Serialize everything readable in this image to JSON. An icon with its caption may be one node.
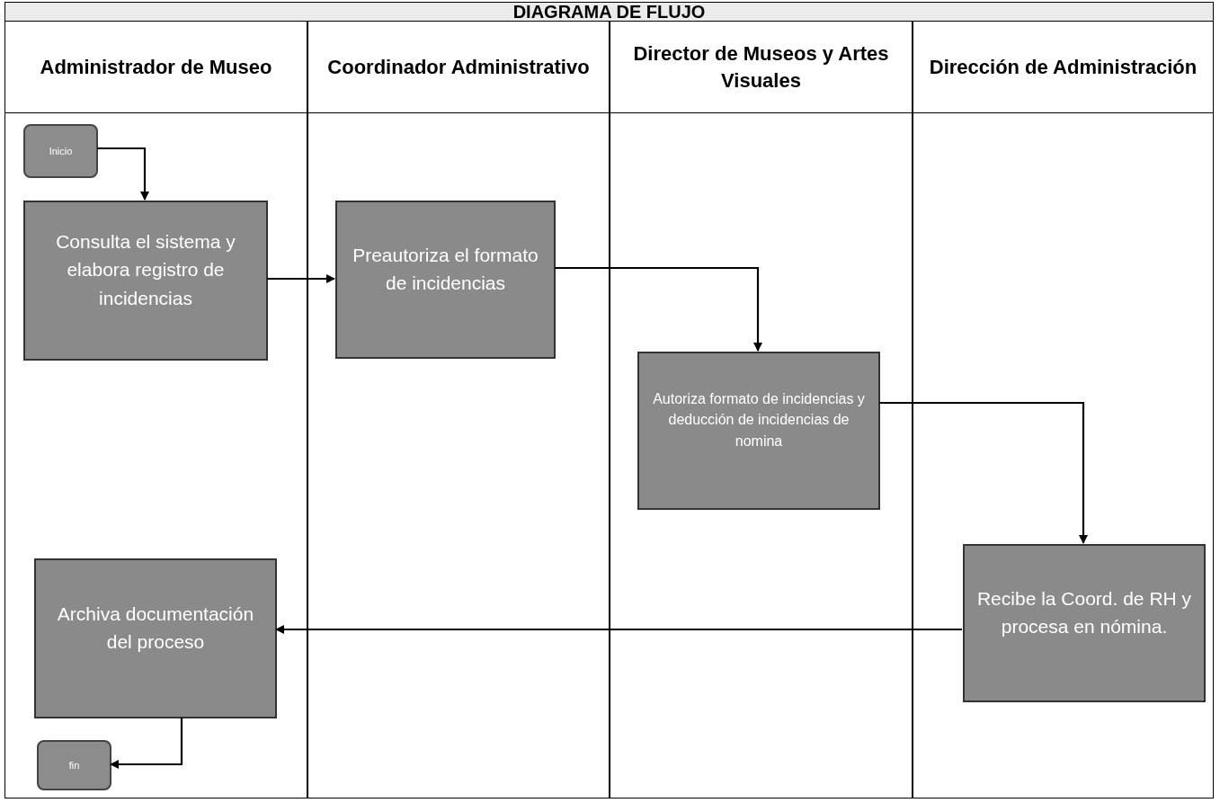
{
  "diagram": {
    "title": "DIAGRAMA DE FLUJO",
    "nodes": [
      {
        "text": [
          "Administrador de Museo"
        ]
      },
      {
        "text": [
          "Coordinador Administrativo"
        ]
      },
      {
        "text": [
          "Director de Museos y Artes Visuales"
        ]
      },
      {
        "text": [
          "Dirección de Administración"
        ]
      },
      {
        "text": [
          "Inicio"
        ],
        "in": 0
      },
      {
        "text": [
          "Consulta el sistema y elabora registro de incidencias"
        ],
        "in": 0
      },
      {
        "text": [
          "Preautoriza el formato de incidencias"
        ],
        "in": 1
      },
      {
        "text": [
          "Autoriza formato de incidencias y deducción de incidencias de nomina"
        ],
        "in": 2
      },
      {
        "text": [
          "Recibe la Coord. de RH y procesa en nómina."
        ],
        "in": 3
      },
      {
        "text": [
          "Archiva documentación del proceso"
        ],
        "in": 0
      },
      {
        "text": [
          "fin"
        ],
        "in": 0
      }
    ],
    "edges": [
      {
        "from": 4,
        "to": 5,
        "arrow": "to"
      },
      {
        "from": 5,
        "to": 6,
        "arrow": "to"
      },
      {
        "from": 6,
        "to": 7,
        "arrow": "to"
      },
      {
        "from": 7,
        "to": 8,
        "arrow": "to"
      },
      {
        "from": 8,
        "to": 9,
        "arrow": "to"
      },
      {
        "from": 9,
        "to": 10,
        "arrow": "to"
      }
    ]
  }
}
